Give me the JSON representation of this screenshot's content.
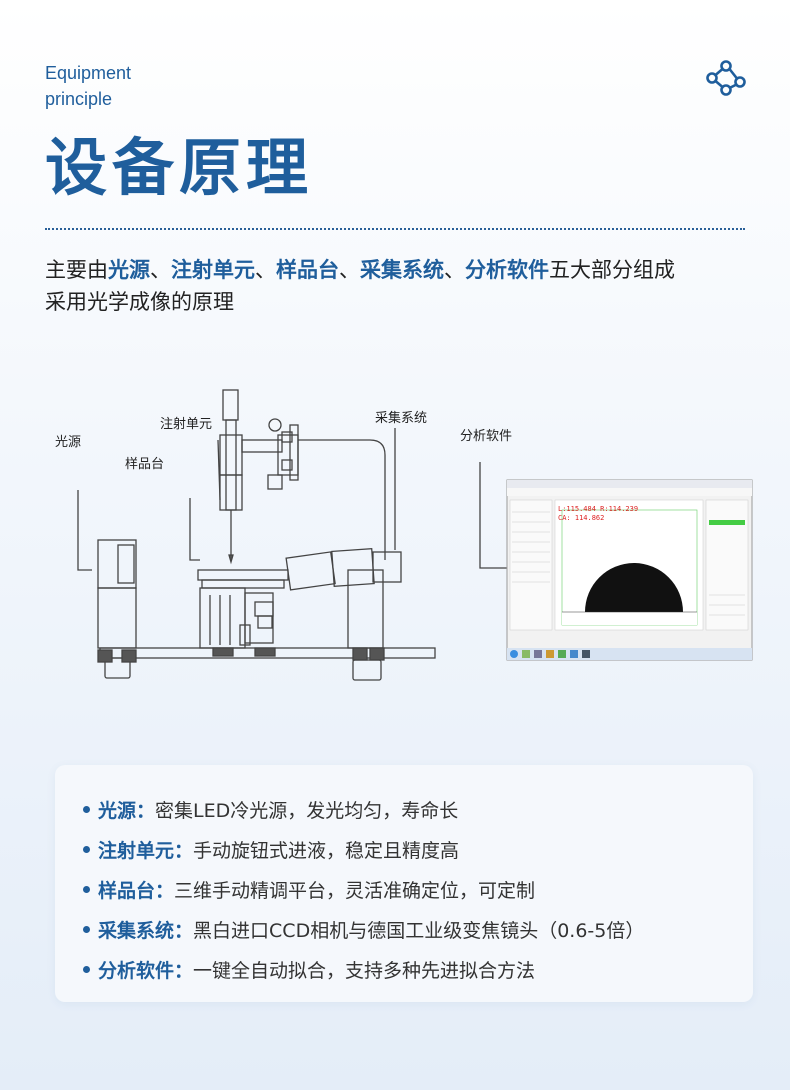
{
  "header": {
    "eyebrow_line1": "Equipment",
    "eyebrow_line2": "principle",
    "title": "设备原理",
    "share_icon": "share-icon"
  },
  "intro": {
    "prefix": "主要由",
    "parts": [
      "光源",
      "注射单元",
      "样品台",
      "采集系统",
      "分析软件"
    ],
    "separator": "、",
    "suffix": "五大部分组成",
    "line2": "采用光学成像的原理"
  },
  "diagram": {
    "labels": {
      "light": "光源",
      "injection": "注射单元",
      "stage": "样品台",
      "capture": "采集系统",
      "software": "分析软件"
    },
    "screen": {
      "readout1": "L:115.484  R:114.239",
      "readout2": "CA: 114.862"
    }
  },
  "features": [
    {
      "label": "光源",
      "colon": "：",
      "desc": "密集LED冷光源，发光均匀，寿命长"
    },
    {
      "label": "注射单元",
      "colon": "：",
      "desc": "手动旋钮式进液，稳定且精度高"
    },
    {
      "label": "样品台",
      "colon": "：",
      "desc": "三维手动精调平台，灵活准确定位，可定制"
    },
    {
      "label": "采集系统",
      "colon": "：",
      "desc": "黑白进口CCD相机与德国工业级变焦镜头（0.6-5倍）"
    },
    {
      "label": "分析软件",
      "colon": "：",
      "desc": "一键全自动拟合，支持多种先进拟合方法"
    }
  ],
  "colors": {
    "accent": "#1f5e9c",
    "text": "#222222"
  }
}
